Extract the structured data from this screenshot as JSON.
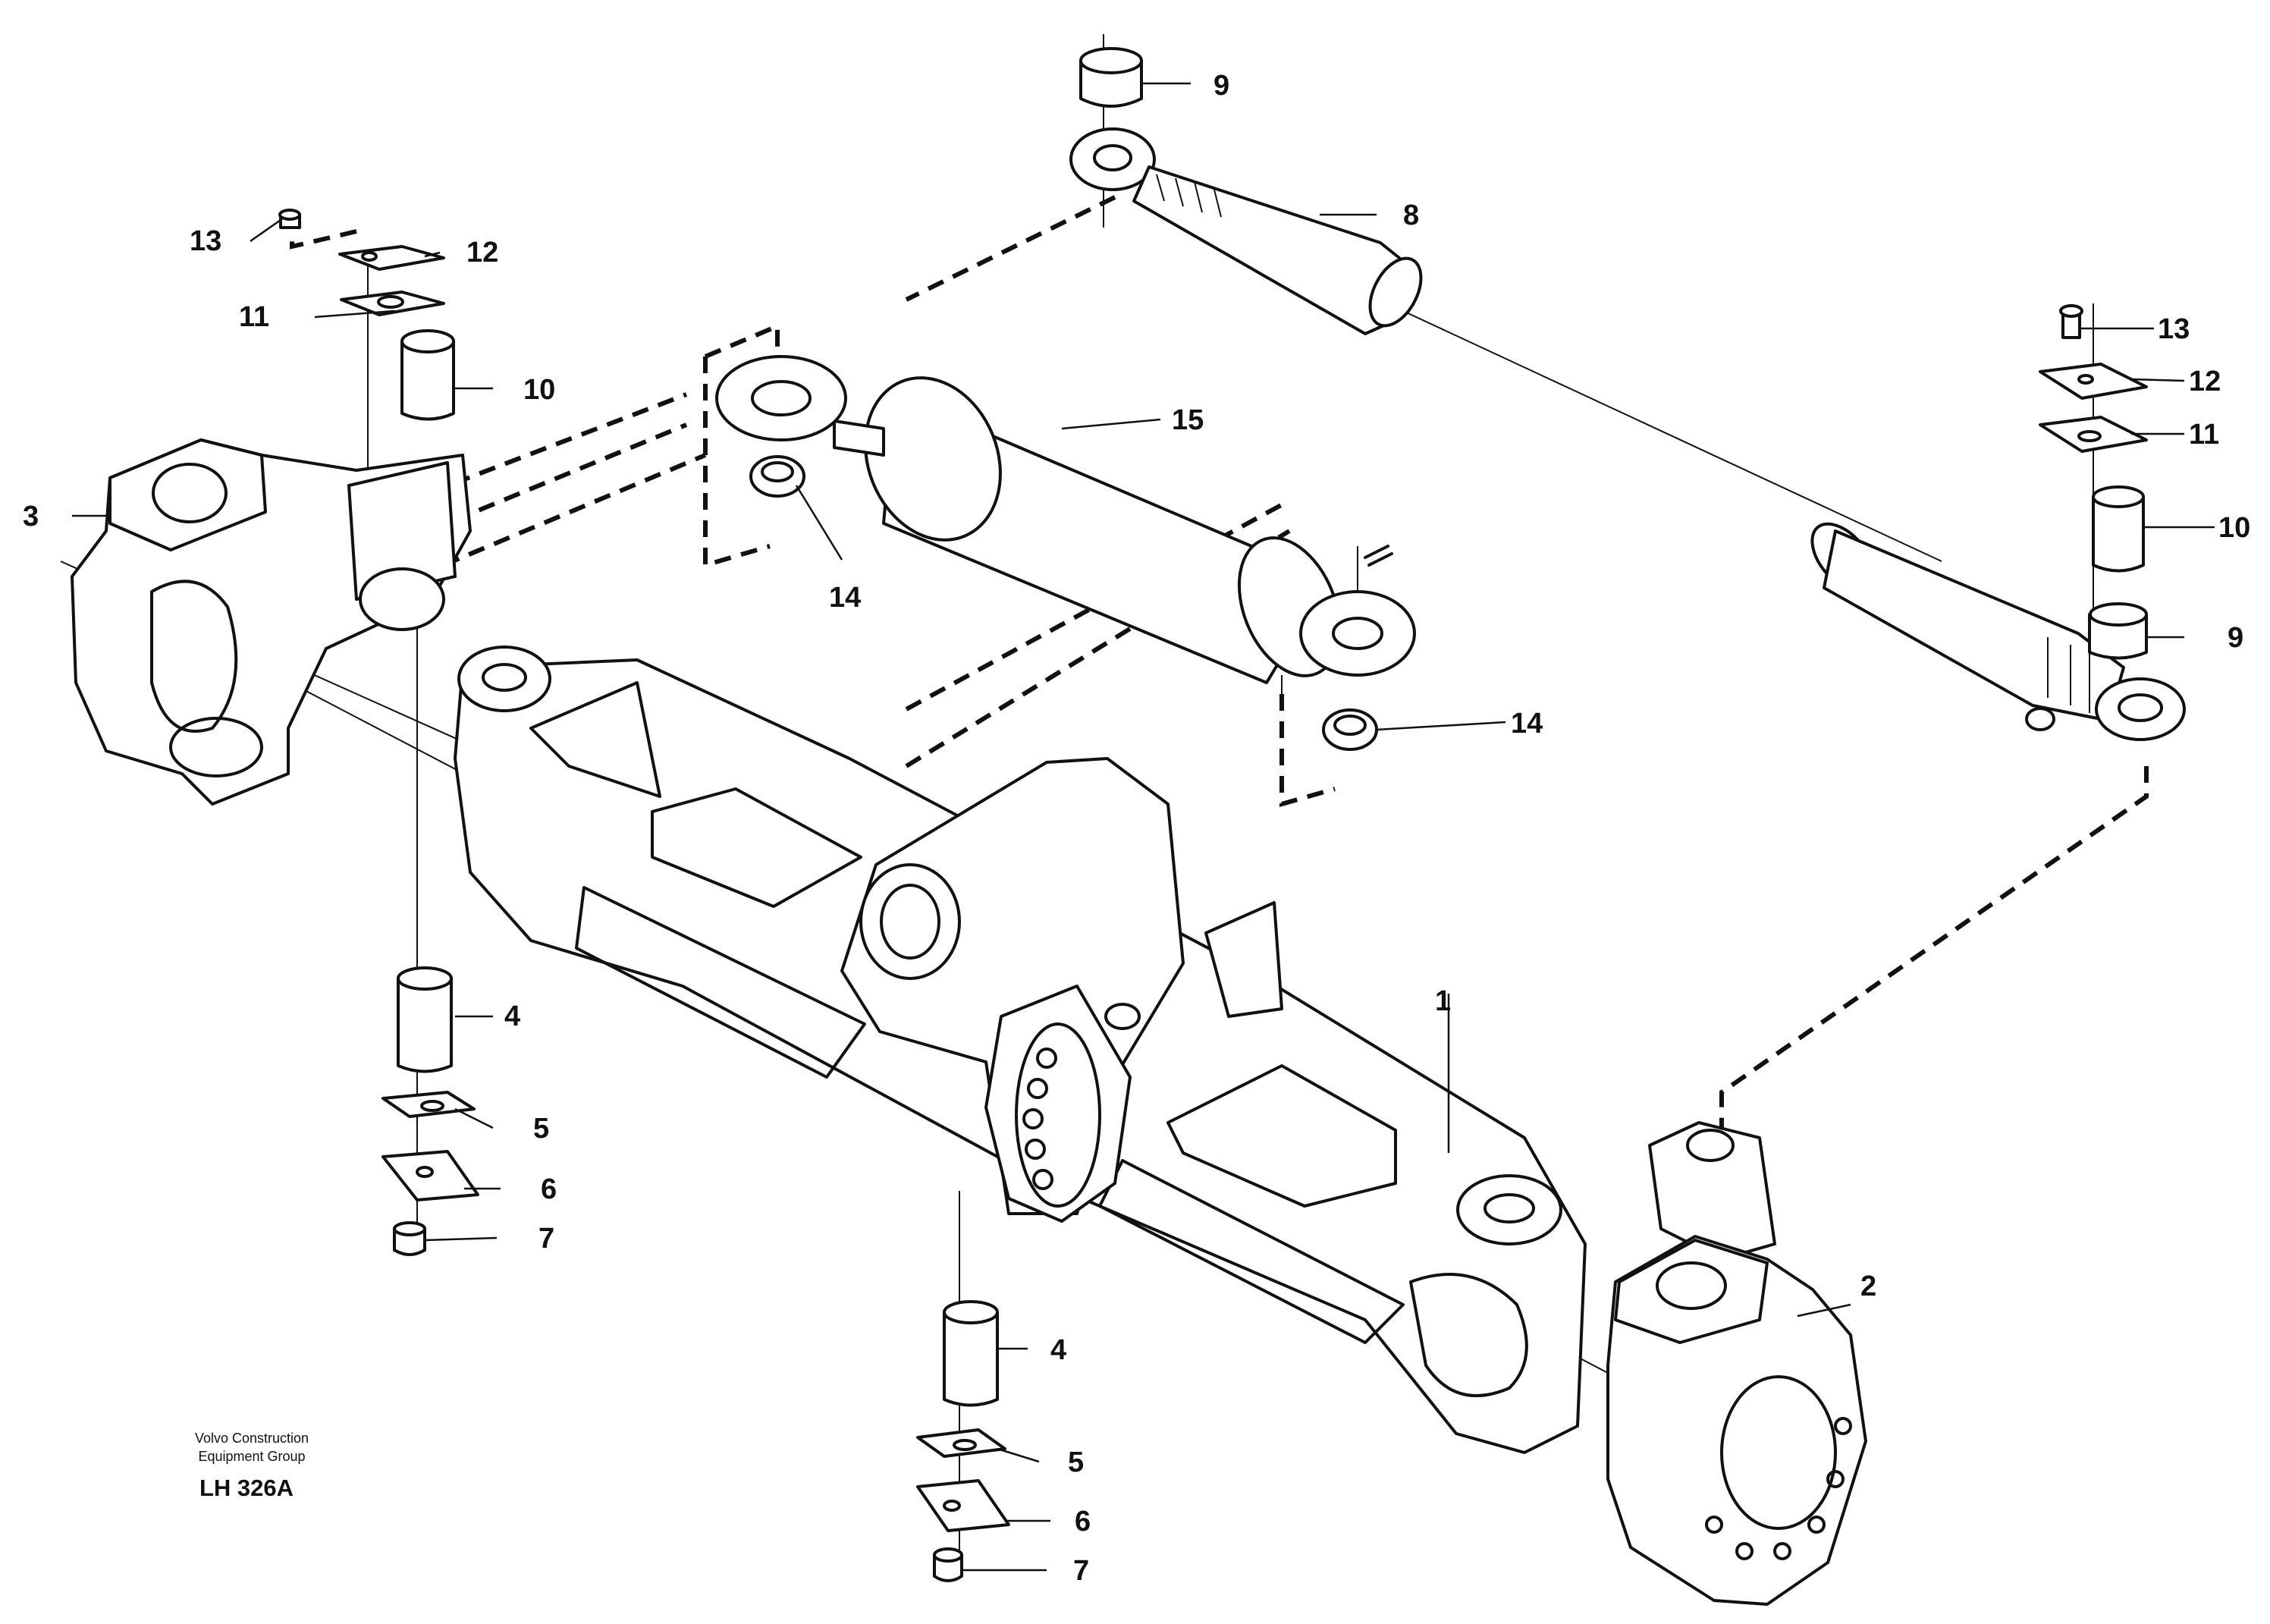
{
  "diagram": {
    "callouts": [
      {
        "id": "label-1",
        "text": "1"
      },
      {
        "id": "label-2",
        "text": "2"
      },
      {
        "id": "label-3",
        "text": "3"
      },
      {
        "id": "label-4-left",
        "text": "4"
      },
      {
        "id": "label-5-left",
        "text": "5"
      },
      {
        "id": "label-6-left",
        "text": "6"
      },
      {
        "id": "label-7-left",
        "text": "7"
      },
      {
        "id": "label-4-bottom",
        "text": "4"
      },
      {
        "id": "label-5-bottom",
        "text": "5"
      },
      {
        "id": "label-6-bottom",
        "text": "6"
      },
      {
        "id": "label-7-bottom",
        "text": "7"
      },
      {
        "id": "label-8",
        "text": "8"
      },
      {
        "id": "label-9-top",
        "text": "9"
      },
      {
        "id": "label-9-right",
        "text": "9"
      },
      {
        "id": "label-10-left",
        "text": "10"
      },
      {
        "id": "label-10-right",
        "text": "10"
      },
      {
        "id": "label-11-left",
        "text": "11"
      },
      {
        "id": "label-11-right",
        "text": "11"
      },
      {
        "id": "label-12-left",
        "text": "12"
      },
      {
        "id": "label-12-right",
        "text": "12"
      },
      {
        "id": "label-13-left",
        "text": "13"
      },
      {
        "id": "label-13-right",
        "text": "13"
      },
      {
        "id": "label-14-left",
        "text": "14"
      },
      {
        "id": "label-14-right",
        "text": "14"
      },
      {
        "id": "label-15",
        "text": "15"
      }
    ],
    "stamp": {
      "company_line1": "Volvo Construction",
      "company_line2": "Equipment Group",
      "code": "LH 326A"
    }
  }
}
